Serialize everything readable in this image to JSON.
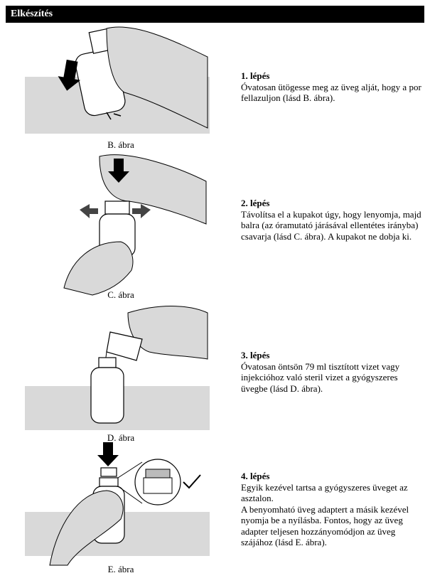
{
  "header": {
    "title": "Elkészítés"
  },
  "steps": [
    {
      "label": "1. lépés",
      "text": "Óvatosan ütögesse meg az üveg alját, hogy a por fellazuljon (lásd B. ábra).",
      "caption": "B. ábra"
    },
    {
      "label": "2. lépés",
      "text": "Távolítsa el a kupakot úgy, hogy lenyomja, majd balra (az óramutató járásával ellentétes irányba) csavarja (lásd C. ábra). A kupakot ne dobja ki.",
      "caption": "C. ábra"
    },
    {
      "label": "3. lépés",
      "text": "Óvatosan öntsön 79 ml tisztított vizet vagy injekcióhoz való steril vizet a gyógyszeres üvegbe (lásd D. ábra).",
      "caption": "D. ábra"
    },
    {
      "label": "4. lépés",
      "text": "Egyik kezével tartsa a gyógyszeres üveget az asztalon.\nA benyomható üveg adaptert a másik kezével nyomja be a nyílásba. Fontos, hogy az üveg adapter teljesen hozzányomódjon az üveg szájához (lásd E. ábra).",
      "caption": "E. ábra"
    }
  ]
}
